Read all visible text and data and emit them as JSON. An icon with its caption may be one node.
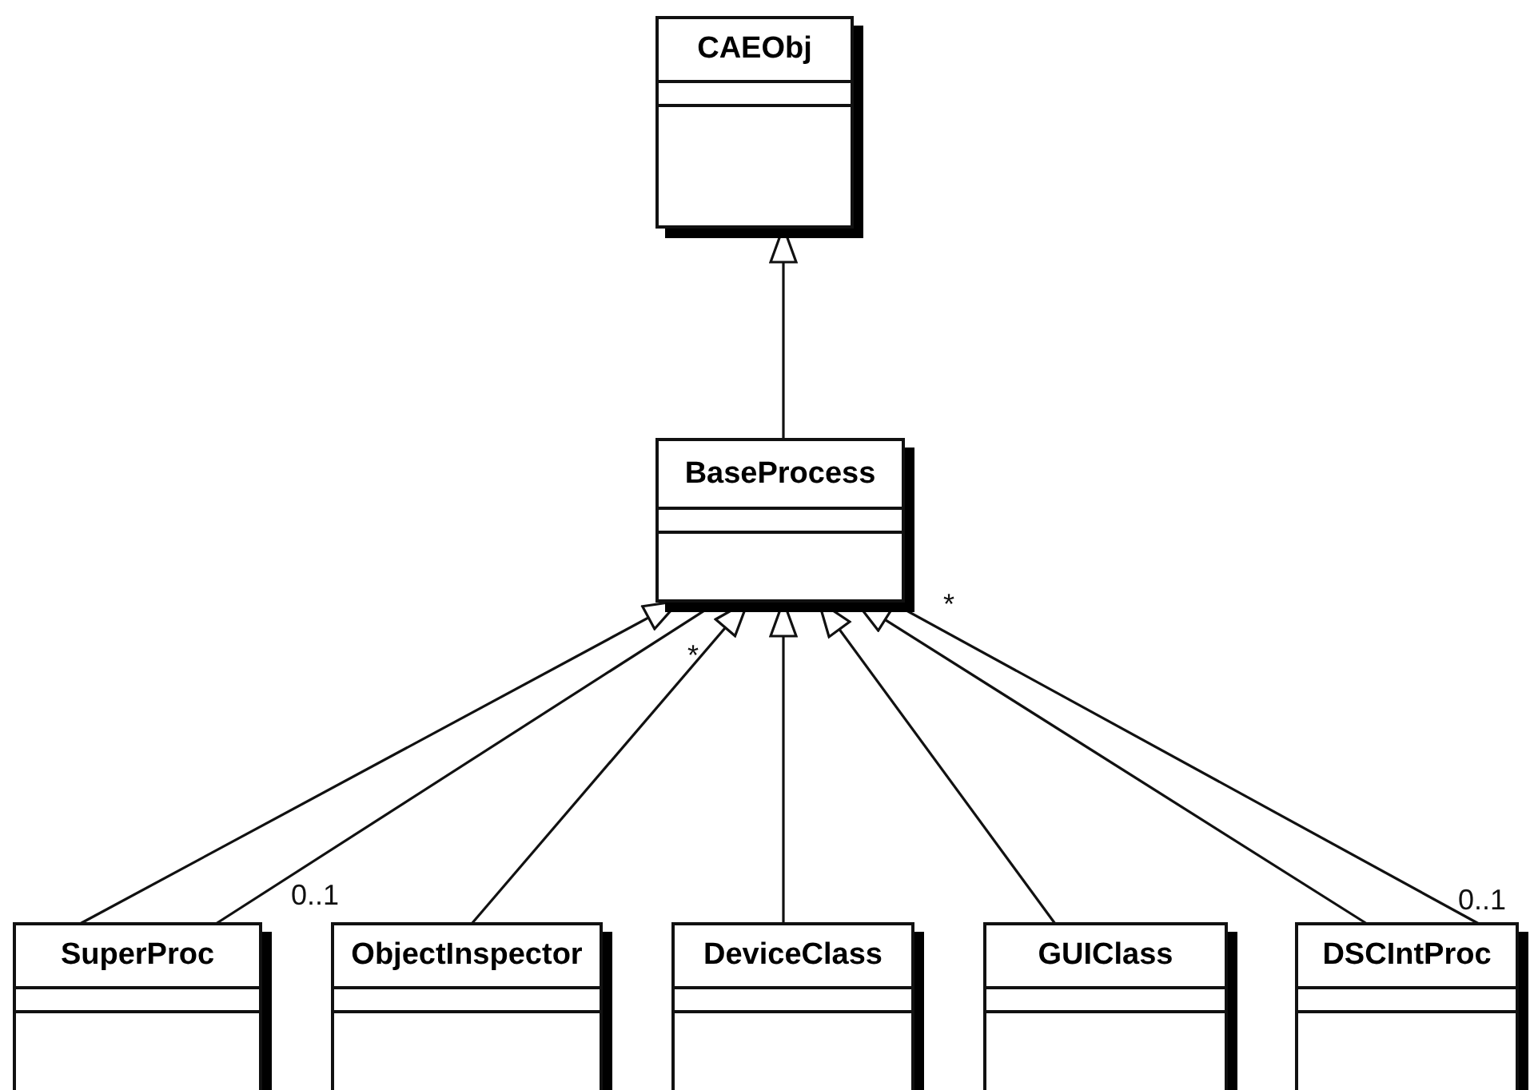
{
  "diagram": {
    "nodes": [
      {
        "text": [
          "CAEObj"
        ]
      },
      {
        "text": [
          "BaseProcess"
        ]
      },
      {
        "text": [
          "SuperProc"
        ]
      },
      {
        "text": [
          "ObjectInspector"
        ]
      },
      {
        "text": [
          "DeviceClass"
        ]
      },
      {
        "text": [
          "GUIClass"
        ]
      },
      {
        "text": [
          "DSCIntProc"
        ]
      }
    ],
    "edges": [
      {
        "from": 1,
        "to": 0,
        "arrow": "to"
      },
      {
        "from": 2,
        "to": 1,
        "arrow": "to"
      },
      {
        "from": 2,
        "to": 1,
        "arrow": "none"
      },
      {
        "from": 3,
        "to": 1,
        "arrow": "to"
      },
      {
        "from": 4,
        "to": 1,
        "arrow": "to"
      },
      {
        "from": 5,
        "to": 1,
        "arrow": "to"
      },
      {
        "from": 6,
        "to": 1,
        "arrow": "to"
      },
      {
        "from": 6,
        "to": 1,
        "arrow": "none"
      }
    ],
    "labels": [
      "*",
      "*",
      "0..1",
      "0..1"
    ]
  }
}
